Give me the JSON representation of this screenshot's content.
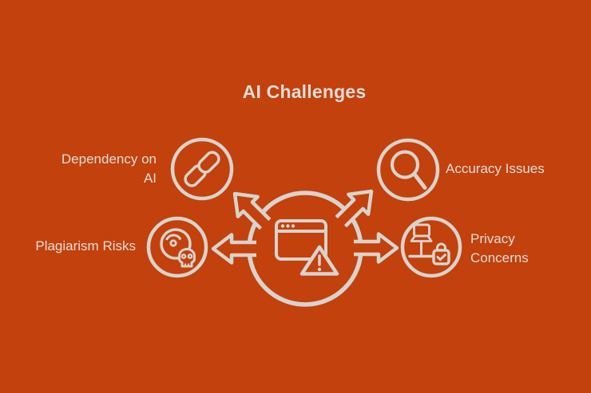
{
  "title": "AI Challenges",
  "colors": {
    "background": "#C2410C",
    "line": "#D8D3CD",
    "text": "#E0DCD7"
  },
  "center": {
    "icon": "browser-warning-icon",
    "meaning": "AI application warning"
  },
  "nodes": [
    {
      "id": "dependency-on-ai",
      "icon": "chain-link-icon",
      "position": "top-left",
      "lines": [
        "Dependency on",
        "AI"
      ]
    },
    {
      "id": "accuracy-issues",
      "icon": "magnifying-glass-icon",
      "position": "top-right",
      "lines": [
        "Accuracy Issues"
      ]
    },
    {
      "id": "plagiarism-risks",
      "icon": "disc-skull-icon",
      "position": "bottom-left",
      "lines": [
        "Plagiarism Risks"
      ]
    },
    {
      "id": "privacy-concerns",
      "icon": "laptop-lock-icon",
      "position": "bottom-right",
      "lines": [
        "Privacy",
        "Concerns"
      ]
    }
  ]
}
